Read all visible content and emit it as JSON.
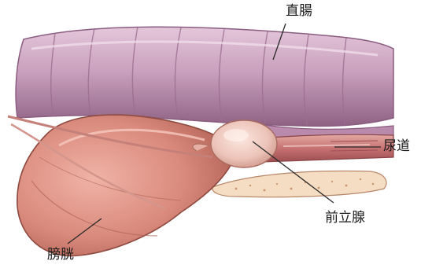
{
  "figure": {
    "labels": {
      "rectum": "直腸",
      "urethra": "尿道",
      "prostate": "前立腺",
      "bladder": "膀胱"
    }
  },
  "colors": {
    "rectum_fill": "#c9a0bd",
    "rectum_dark": "#9b6e90",
    "bladder_fill": "#d98a7c",
    "bladder_dark": "#a8584c",
    "prostate_fill": "#ecc3b8",
    "seminal_vesicle": "#f4ddc2",
    "urethra_fill": "#c77272",
    "leader_line": "#2a2a2a"
  }
}
